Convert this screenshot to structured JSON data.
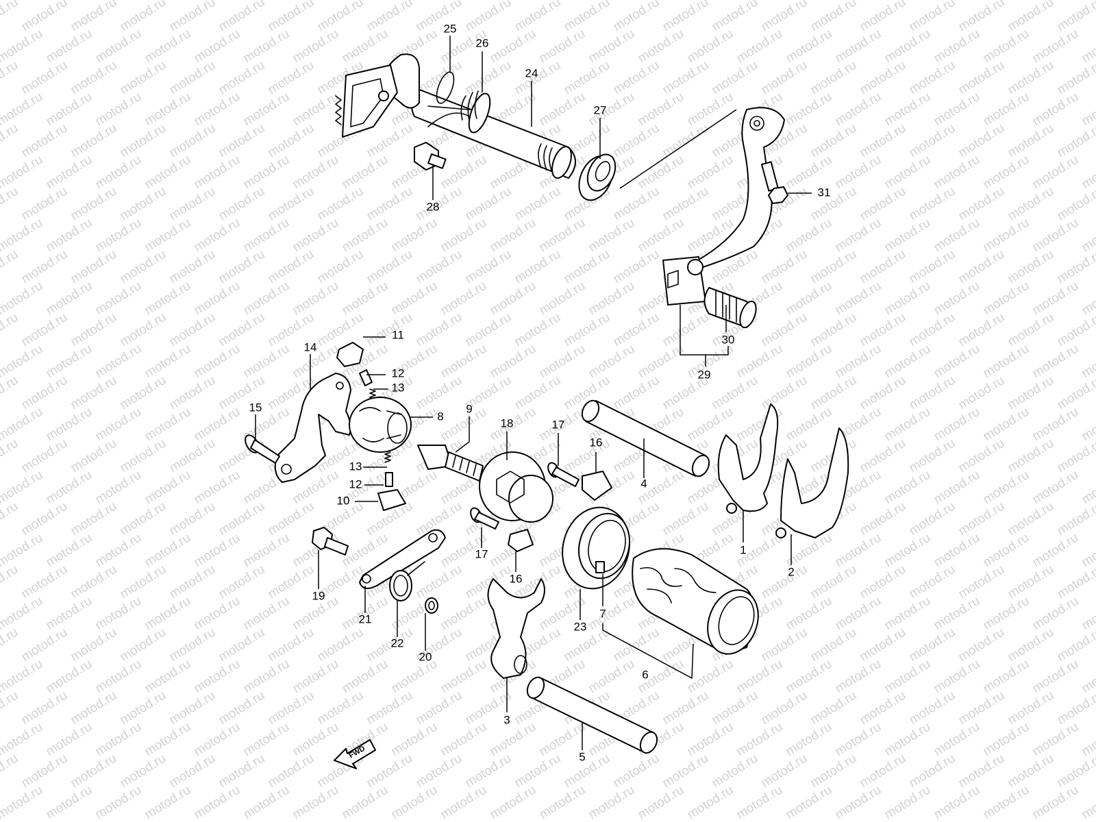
{
  "watermark": {
    "text": "motod.ru"
  },
  "fwd_label": "FWD",
  "callouts": [
    {
      "id": "p1",
      "label": "1"
    },
    {
      "id": "p2",
      "label": "2"
    },
    {
      "id": "p3",
      "label": "3"
    },
    {
      "id": "p4",
      "label": "4"
    },
    {
      "id": "p5",
      "label": "5"
    },
    {
      "id": "p6",
      "label": "6"
    },
    {
      "id": "p7",
      "label": "7"
    },
    {
      "id": "p8",
      "label": "8"
    },
    {
      "id": "p9",
      "label": "9"
    },
    {
      "id": "p10",
      "label": "10"
    },
    {
      "id": "p11",
      "label": "11"
    },
    {
      "id": "p12a",
      "label": "12"
    },
    {
      "id": "p12b",
      "label": "12"
    },
    {
      "id": "p13a",
      "label": "13"
    },
    {
      "id": "p13b",
      "label": "13"
    },
    {
      "id": "p14",
      "label": "14"
    },
    {
      "id": "p15",
      "label": "15"
    },
    {
      "id": "p16a",
      "label": "16"
    },
    {
      "id": "p16b",
      "label": "16"
    },
    {
      "id": "p17a",
      "label": "17"
    },
    {
      "id": "p17b",
      "label": "17"
    },
    {
      "id": "p18",
      "label": "18"
    },
    {
      "id": "p19",
      "label": "19"
    },
    {
      "id": "p20",
      "label": "20"
    },
    {
      "id": "p21",
      "label": "21"
    },
    {
      "id": "p22",
      "label": "22"
    },
    {
      "id": "p23",
      "label": "23"
    },
    {
      "id": "p24",
      "label": "24"
    },
    {
      "id": "p25",
      "label": "25"
    },
    {
      "id": "p26",
      "label": "26"
    },
    {
      "id": "p27",
      "label": "27"
    },
    {
      "id": "p28",
      "label": "28"
    },
    {
      "id": "p29",
      "label": "29"
    },
    {
      "id": "p30",
      "label": "30"
    },
    {
      "id": "p31",
      "label": "31"
    }
  ]
}
